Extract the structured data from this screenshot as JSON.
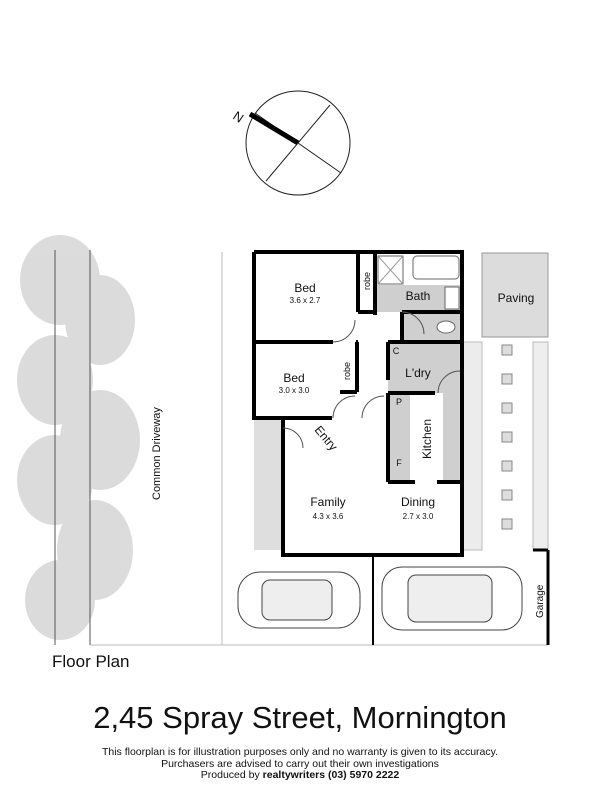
{
  "plan_label": "Floor  Plan",
  "title": "2,45 Spray Street, Mornington",
  "disclaimer": {
    "line1": "This floorplan is for illustration purposes only and no warranty is given to its accuracy.",
    "line2": "Purchasers are advised to carry out their own investigations",
    "produced_prefix": "Produced by ",
    "producer": "realtywriters (03) 5970 2222"
  },
  "compass": {
    "north_label": "N"
  },
  "rooms": {
    "bed1": {
      "name": "Bed",
      "size": "3.6 x 2.7"
    },
    "bed2": {
      "name": "Bed",
      "size": "3.0 x 3.0"
    },
    "robe1": "robe",
    "robe2": "robe",
    "bath": "Bath",
    "laundry": "L'dry",
    "cupboard": "C",
    "pantry": "P",
    "fridge": "F",
    "kitchen": "Kitchen",
    "entry": "Entry",
    "family": {
      "name": "Family",
      "size": "4.3 x 3.6"
    },
    "dining": {
      "name": "Dining",
      "size": "2.7 x 3.0"
    },
    "paving": "Paving",
    "garage": "Garage",
    "driveway": "Common Driveway"
  }
}
